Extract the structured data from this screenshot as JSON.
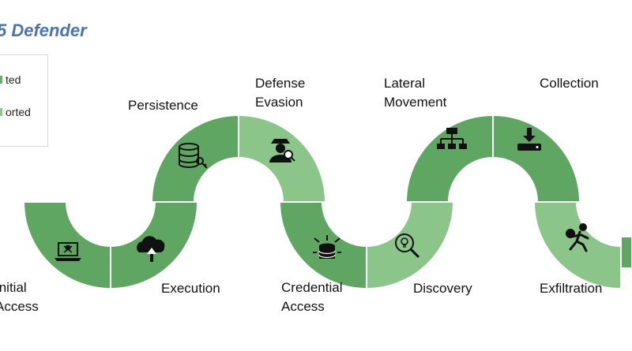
{
  "title": "5 Defender",
  "legend": {
    "items": [
      {
        "label": "ted",
        "color": "#6aad6b"
      },
      {
        "label": "orted",
        "color": "#8ec58d"
      }
    ]
  },
  "colors": {
    "supported": "#5fa662",
    "partial": "#8cc589",
    "stroke": "#ffffff",
    "icon": "#111111"
  },
  "stages": [
    {
      "id": "initial-access",
      "lines": [
        "Initial",
        "Access"
      ],
      "icon": "laptop-skull-icon",
      "status": "supported"
    },
    {
      "id": "execution",
      "lines": [
        "Execution"
      ],
      "icon": "cloud-upload-icon",
      "status": "supported"
    },
    {
      "id": "persistence",
      "lines": [
        "Persistence"
      ],
      "icon": "database-key-icon",
      "status": "supported"
    },
    {
      "id": "defense-evasion",
      "lines": [
        "Defense",
        "Evasion"
      ],
      "icon": "spy-search-icon",
      "status": "partial"
    },
    {
      "id": "credential-access",
      "lines": [
        "Credential",
        "Access"
      ],
      "icon": "database-arrows-icon",
      "status": "supported"
    },
    {
      "id": "discovery",
      "lines": [
        "Discovery"
      ],
      "icon": "magnifier-bulb-icon",
      "status": "partial"
    },
    {
      "id": "lateral-movement",
      "lines": [
        "Lateral",
        "Movement"
      ],
      "icon": "network-tree-icon",
      "status": "supported"
    },
    {
      "id": "collection",
      "lines": [
        "Collection"
      ],
      "icon": "download-drive-icon",
      "status": "supported"
    },
    {
      "id": "exfiltration",
      "lines": [
        "Exfiltration"
      ],
      "icon": "thief-running-icon",
      "status": "partial"
    }
  ]
}
